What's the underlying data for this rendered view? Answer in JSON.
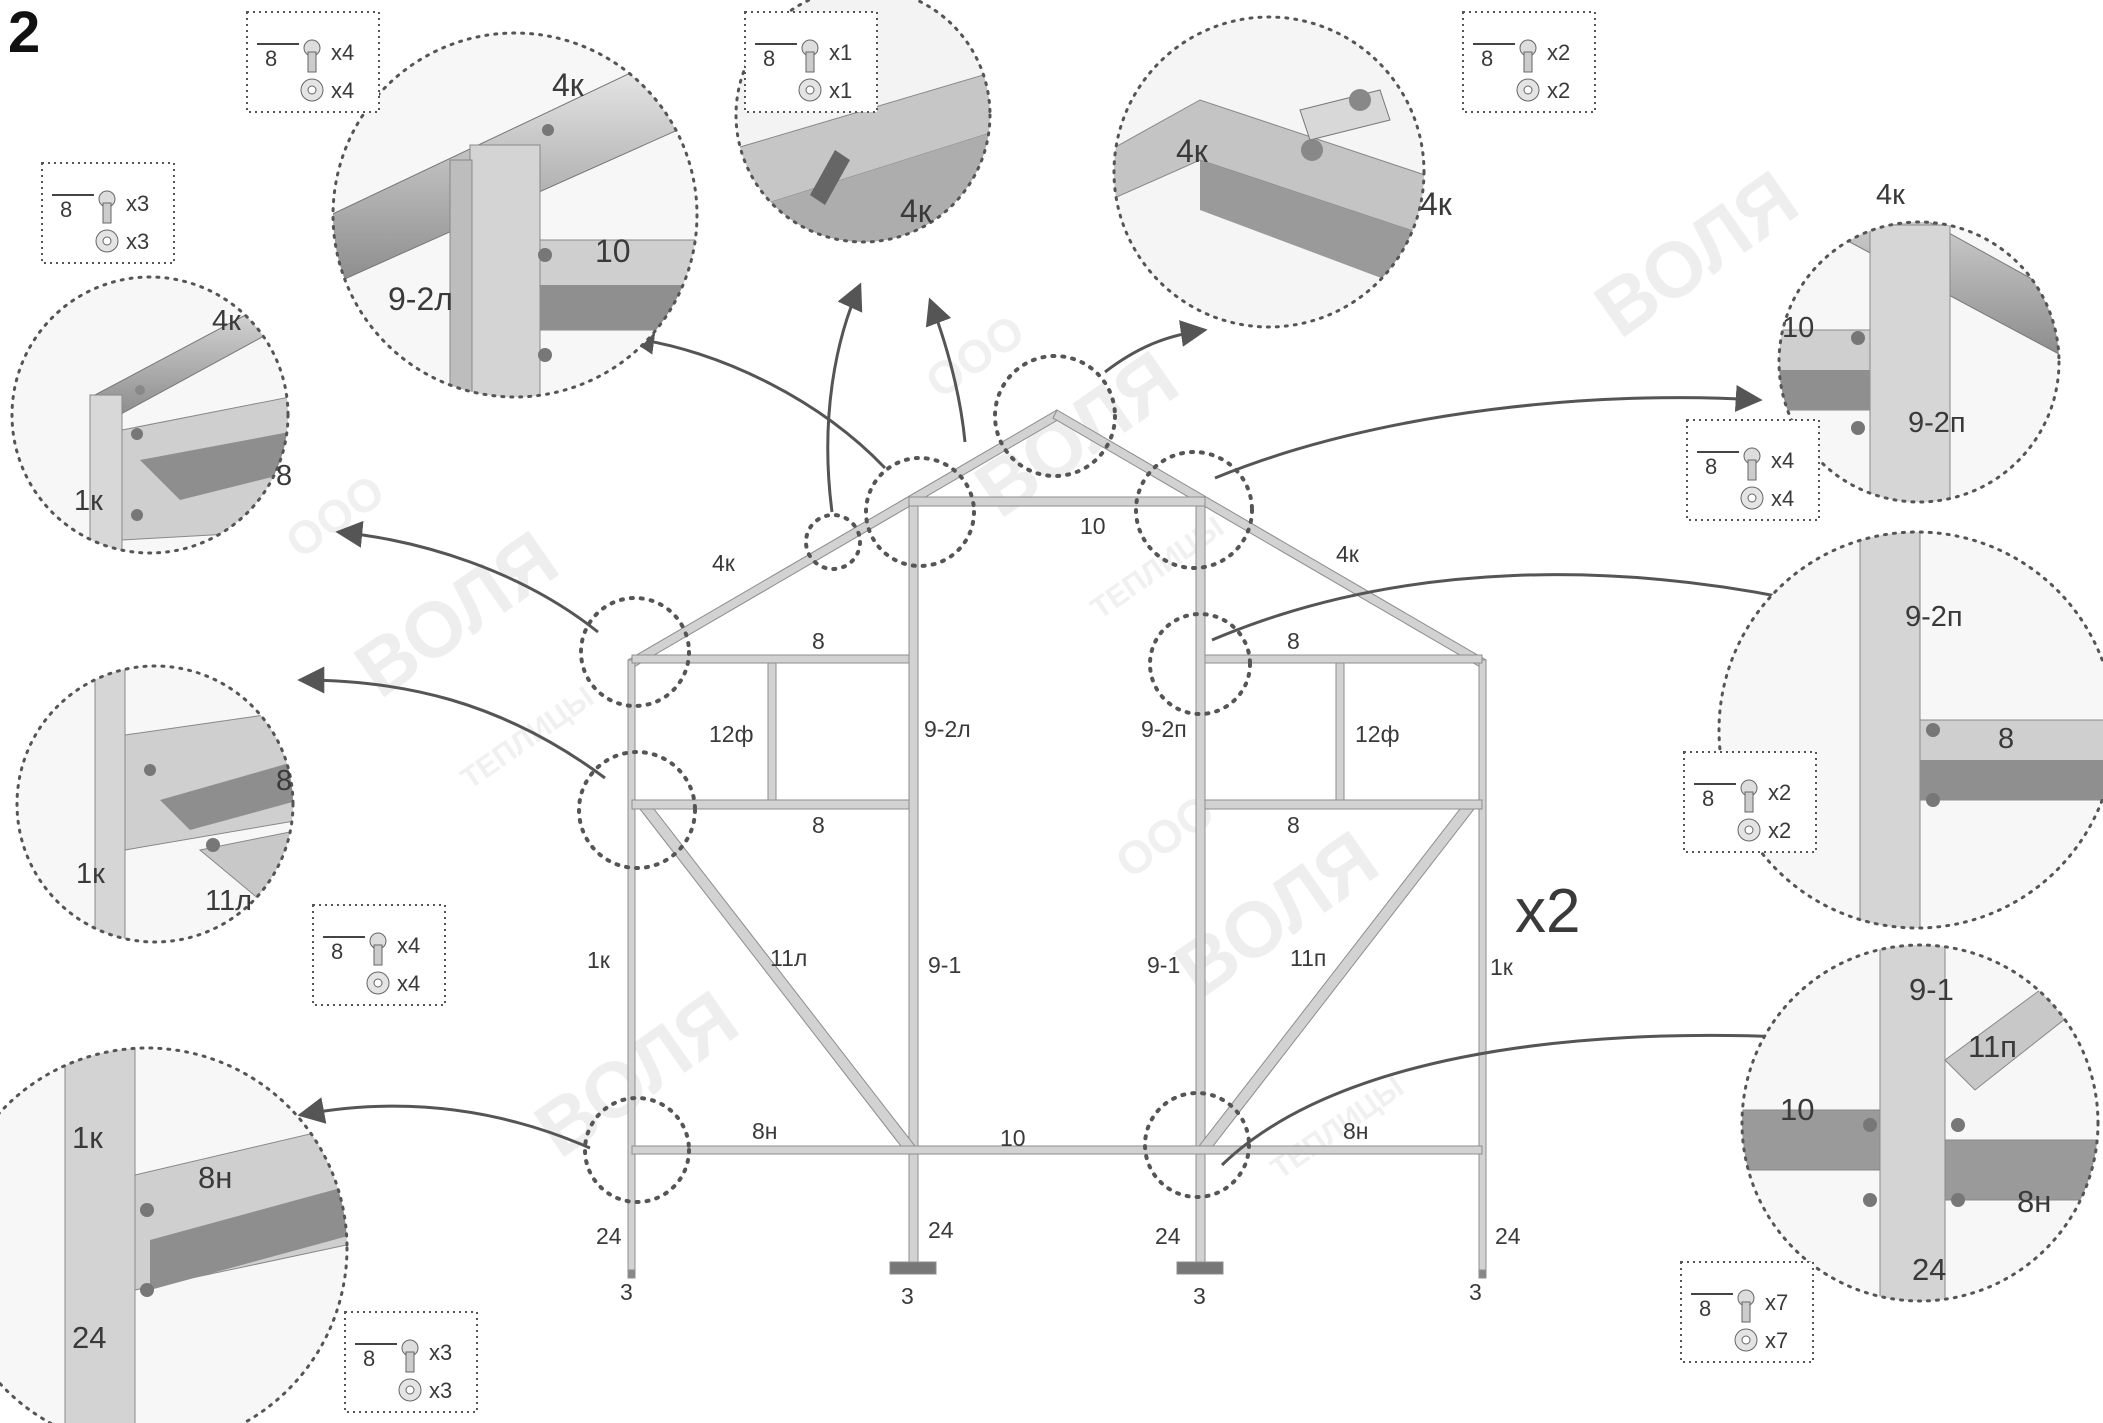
{
  "step_number": "2",
  "multiplier": "x2",
  "watermark": {
    "main": "ВОЛЯ",
    "sub": "ООО",
    "line": "ТЕПЛИЦЫ"
  },
  "frame_labels": {
    "ridge_left": "4к",
    "ridge_right": "4к",
    "top_bar": "10",
    "upper_left_bar": "8",
    "upper_right_bar": "8",
    "mid_left_bar": "8",
    "mid_right_bar": "8",
    "window_left": "12ф",
    "window_right": "12ф",
    "post_upper_left": "9-2л",
    "post_upper_right": "9-2п",
    "post_lower_left": "9-1",
    "post_lower_right": "9-1",
    "brace_left": "11л",
    "brace_right": "11п",
    "side_left": "1к",
    "side_right": "1к",
    "bottom_left": "8н",
    "bottom_mid": "10",
    "bottom_right": "8н",
    "leg_1": "24",
    "leg_2": "24",
    "leg_3": "24",
    "leg_4": "24",
    "foot_1": "3",
    "foot_2": "3",
    "foot_3": "3",
    "foot_4": "3"
  },
  "details": [
    {
      "id": "top-left-corner",
      "labels": [
        "4к",
        "8",
        "1к"
      ],
      "screw": "8",
      "screw_qty": "x3",
      "nut_qty": "x3"
    },
    {
      "id": "left-upper-post",
      "labels": [
        "4к",
        "10",
        "9-2л"
      ],
      "screw": "8",
      "screw_qty": "x4",
      "nut_qty": "x4"
    },
    {
      "id": "ridge-clip",
      "labels": [
        "4к"
      ],
      "screw": "8",
      "screw_qty": "x1",
      "nut_qty": "x1"
    },
    {
      "id": "ridge-apex",
      "labels": [
        "4к",
        "4к"
      ],
      "screw": "8",
      "screw_qty": "x2",
      "nut_qty": "x2"
    },
    {
      "id": "right-upper-post",
      "labels": [
        "4к",
        "10",
        "9-2п"
      ],
      "screw": "8",
      "screw_qty": "x4",
      "nut_qty": "x4"
    },
    {
      "id": "left-mid-joint",
      "labels": [
        "8",
        "1к",
        "11л"
      ],
      "screw": "8",
      "screw_qty": "x4",
      "nut_qty": "x4"
    },
    {
      "id": "right-mid-joint",
      "labels": [
        "9-2п",
        "8"
      ],
      "screw": "8",
      "screw_qty": "x2",
      "nut_qty": "x2"
    },
    {
      "id": "left-bottom-joint",
      "labels": [
        "1к",
        "8н",
        "24"
      ],
      "screw": "8",
      "screw_qty": "x3",
      "nut_qty": "x3"
    },
    {
      "id": "right-bottom-joint",
      "labels": [
        "9-1",
        "11п",
        "10",
        "8н",
        "24"
      ],
      "screw": "8",
      "screw_qty": "x7",
      "nut_qty": "x7"
    }
  ],
  "colors": {
    "frame": "#c9c9c9",
    "frame_edge": "#8d8d8d",
    "dotted": "#555555",
    "arrow": "#555555",
    "text": "#3a3a3a"
  }
}
